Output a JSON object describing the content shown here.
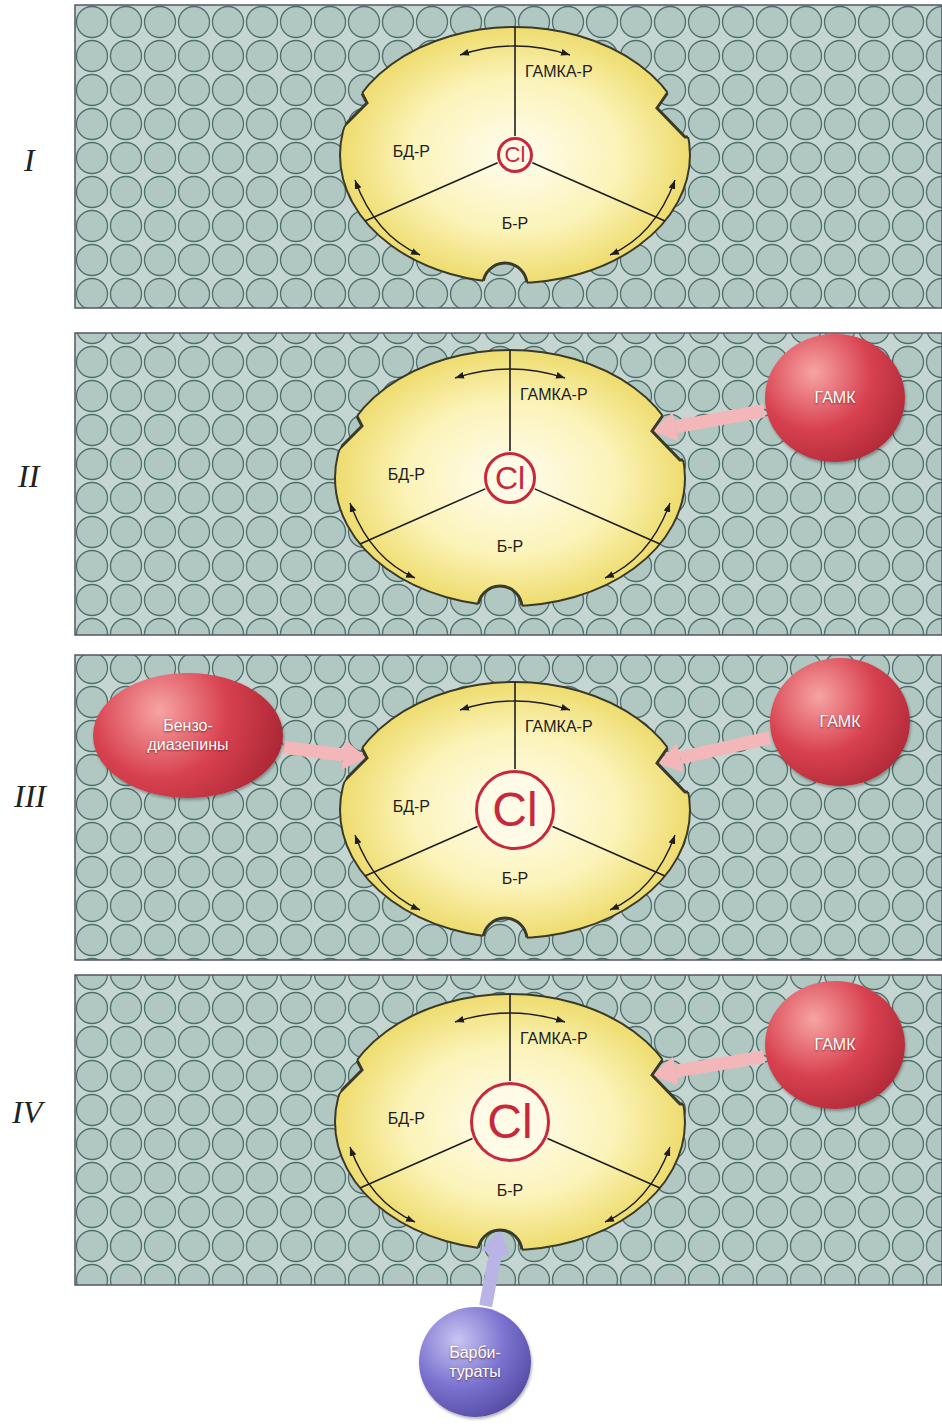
{
  "diagram": {
    "nodes": [
      {
        "text": [
          "ГАМКА-Р",
          "БД-Р",
          "Б-Р"
        ]
      },
      {
        "text": [
          "Cl"
        ],
        "in": 0
      },
      {
        "text": [
          "ГАМКА-Р",
          "БД-Р",
          "Б-Р"
        ]
      },
      {
        "text": [
          "Cl"
        ],
        "in": 2
      },
      {
        "text": [
          "ГАМК"
        ]
      },
      {
        "text": [
          "Бензо- диазепины"
        ]
      },
      {
        "text": [
          "ГАМК"
        ]
      },
      {
        "text": [
          "ГАМКА-Р",
          "БД-Р",
          "Б-Р"
        ]
      },
      {
        "text": [
          "Cl"
        ],
        "in": 7
      },
      {
        "text": [
          "ГАМКА-Р",
          "БД-Р",
          "Б-Р"
        ]
      },
      {
        "text": [
          "Cl"
        ],
        "in": 9
      },
      {
        "text": [
          "ГАМК"
        ]
      },
      {
        "text": [
          "Барби- тураты"
        ]
      }
    ],
    "edges": [
      {
        "from": 4,
        "to": 2,
        "arrow": "to"
      },
      {
        "from": 5,
        "to": 7,
        "arrow": "to"
      },
      {
        "from": 6,
        "to": 7,
        "arrow": "to"
      },
      {
        "from": 11,
        "to": 9,
        "arrow": "to"
      },
      {
        "from": 12,
        "to": 9,
        "arrow": "to"
      }
    ],
    "labels": [
      "I",
      "II",
      "III",
      "IV"
    ]
  }
}
